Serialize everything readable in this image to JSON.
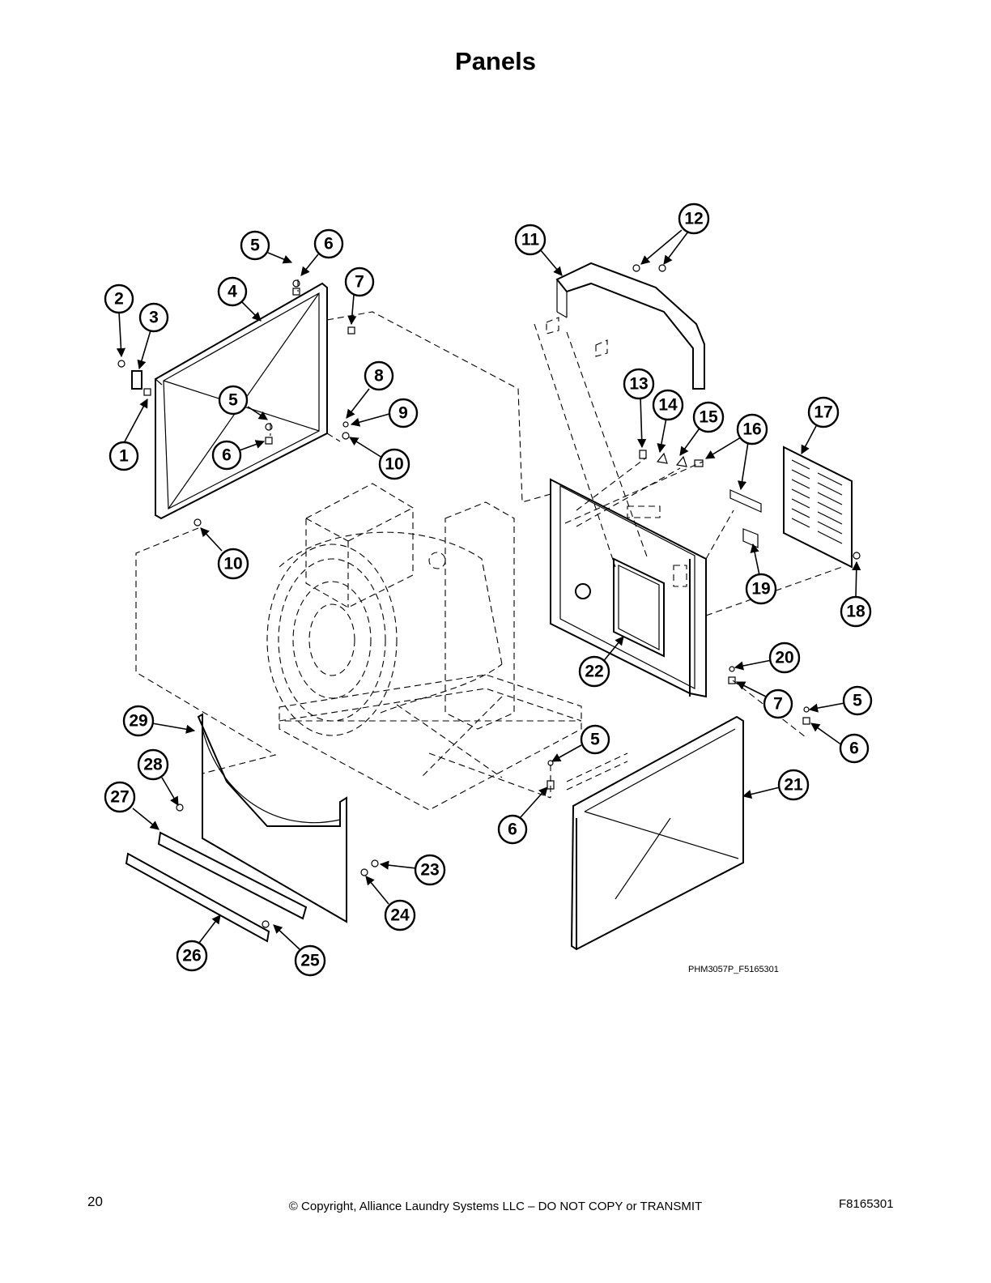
{
  "page": {
    "title": "Panels",
    "figure_code": "PHM3057P_F5165301",
    "page_number": "20",
    "copyright": "© Copyright, Alliance Laundry Systems LLC – DO NOT COPY or TRANSMIT",
    "document_number": "F8165301"
  },
  "callouts": [
    {
      "label": "1"
    },
    {
      "label": "2"
    },
    {
      "label": "3"
    },
    {
      "label": "4"
    },
    {
      "label": "5"
    },
    {
      "label": "6"
    },
    {
      "label": "7"
    },
    {
      "label": "5"
    },
    {
      "label": "6"
    },
    {
      "label": "8"
    },
    {
      "label": "9"
    },
    {
      "label": "10"
    },
    {
      "label": "10"
    },
    {
      "label": "11"
    },
    {
      "label": "12"
    },
    {
      "label": "13"
    },
    {
      "label": "14"
    },
    {
      "label": "15"
    },
    {
      "label": "16"
    },
    {
      "label": "17"
    },
    {
      "label": "18"
    },
    {
      "label": "19"
    },
    {
      "label": "20"
    },
    {
      "label": "7"
    },
    {
      "label": "5"
    },
    {
      "label": "6"
    },
    {
      "label": "21"
    },
    {
      "label": "22"
    },
    {
      "label": "5"
    },
    {
      "label": "6"
    },
    {
      "label": "23"
    },
    {
      "label": "24"
    },
    {
      "label": "25"
    },
    {
      "label": "26"
    },
    {
      "label": "27"
    },
    {
      "label": "28"
    },
    {
      "label": "29"
    }
  ]
}
